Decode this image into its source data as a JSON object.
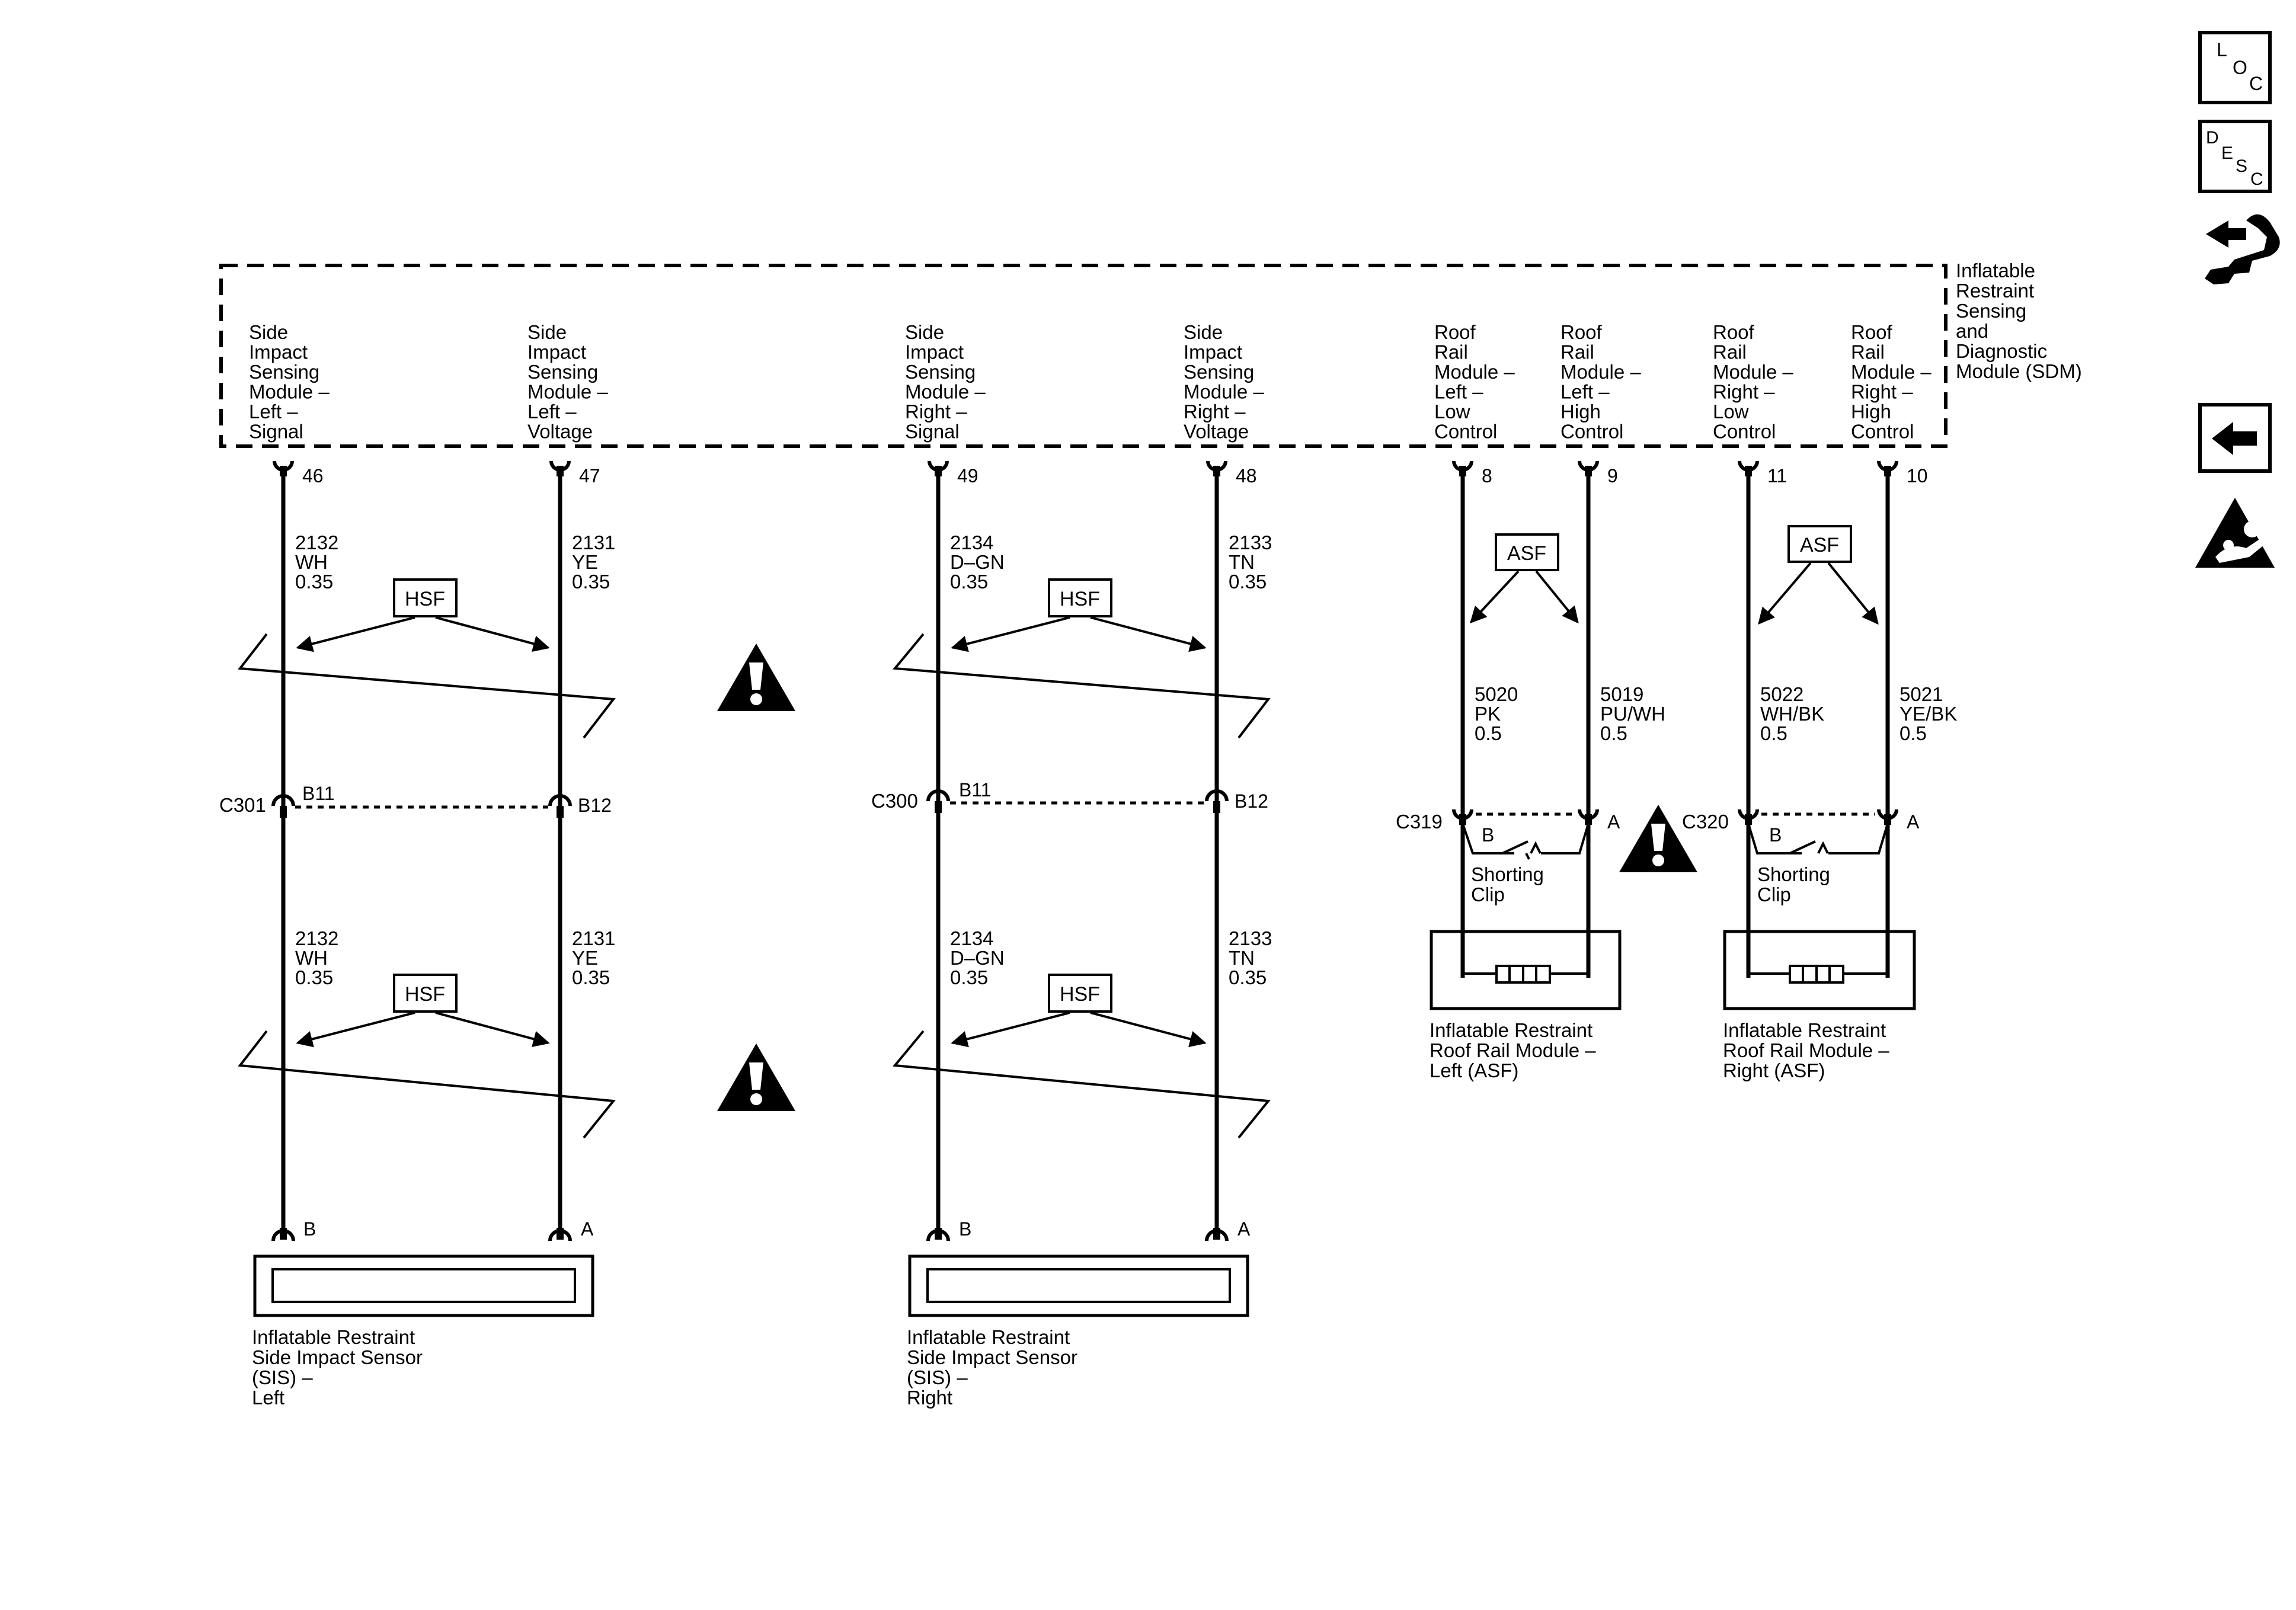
{
  "sdm": {
    "name": [
      "Inflatable",
      "Restraint",
      "Sensing",
      "and",
      "Diagnostic",
      "Module (SDM)"
    ],
    "circuits": [
      [
        "Side",
        "Impact",
        "Sensing",
        "Module –",
        "Left –",
        "Signal"
      ],
      [
        "Side",
        "Impact",
        "Sensing",
        "Module –",
        "Left –",
        "Voltage"
      ],
      [
        "Side",
        "Impact",
        "Sensing",
        "Module –",
        "Right –",
        "Signal"
      ],
      [
        "Side",
        "Impact",
        "Sensing",
        "Module –",
        "Right –",
        "Voltage"
      ],
      [
        "Roof",
        "Rail",
        "Module –",
        "Left –",
        "Low",
        "Control"
      ],
      [
        "Roof",
        "Rail",
        "Module –",
        "Left –",
        "High",
        "Control"
      ],
      [
        "Roof",
        "Rail",
        "Module –",
        "Right –",
        "Low",
        "Control"
      ],
      [
        "Roof",
        "Rail",
        "Module –",
        "Right –",
        "High",
        "Control"
      ]
    ],
    "pins": [
      "46",
      "47",
      "49",
      "48",
      "8",
      "9",
      "11",
      "10"
    ]
  },
  "wires": {
    "upper": [
      [
        "2132",
        "WH",
        "0.35"
      ],
      [
        "2131",
        "YE",
        "0.35"
      ],
      [
        "2134",
        "D–GN",
        "0.35"
      ],
      [
        "2133",
        "TN",
        "0.35"
      ],
      [
        "5020",
        "PK",
        "0.5"
      ],
      [
        "5019",
        "PU/WH",
        "0.5"
      ],
      [
        "5022",
        "WH/BK",
        "0.5"
      ],
      [
        "5021",
        "YE/BK",
        "0.5"
      ]
    ],
    "lower": [
      [
        "2132",
        "WH",
        "0.35"
      ],
      [
        "2131",
        "YE",
        "0.35"
      ],
      [
        "2134",
        "D–GN",
        "0.35"
      ],
      [
        "2133",
        "TN",
        "0.35"
      ]
    ]
  },
  "boxes": {
    "hsf": "HSF",
    "asf": "ASF"
  },
  "connectors": {
    "c301": {
      "name": "C301",
      "left_pin": "B11",
      "right_pin": "B12"
    },
    "c300": {
      "name": "C300",
      "left_pin": "B11",
      "right_pin": "B12"
    },
    "c319": {
      "name": "C319",
      "left_pin": "B",
      "right_pin": "A"
    },
    "c320": {
      "name": "C320",
      "left_pin": "B",
      "right_pin": "A"
    }
  },
  "shorting_clip": [
    "Shorting",
    "Clip"
  ],
  "sensor_pins": [
    "B",
    "A",
    "B",
    "A"
  ],
  "components": {
    "sis_left": [
      "Inflatable Restraint",
      "Side Impact Sensor",
      "(SIS) –",
      "Left"
    ],
    "sis_right": [
      "Inflatable Restraint",
      "Side Impact Sensor",
      "(SIS) –",
      "Right"
    ],
    "roof_left": [
      "Inflatable Restraint",
      "Roof Rail Module –",
      "Left (ASF)"
    ],
    "roof_right": [
      "Inflatable Restraint",
      "Roof Rail Module –",
      "Right (ASF)"
    ]
  },
  "sidebar": {
    "loc": [
      "L",
      "O",
      "C"
    ],
    "desc": [
      "D",
      "E",
      "S",
      "C"
    ]
  },
  "icons": [
    "loc-button-icon",
    "desc-button-icon",
    "connector-hand-icon",
    "back-arrow-icon",
    "airbag-warning-icon",
    "warning-triangle-icon"
  ]
}
